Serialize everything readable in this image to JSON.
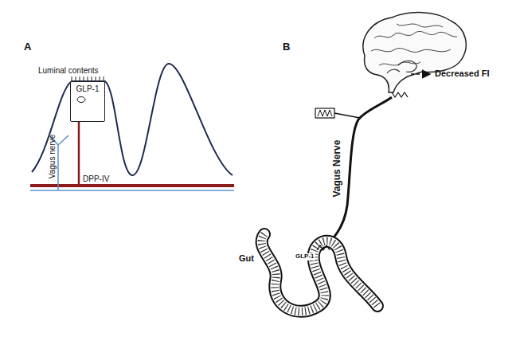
{
  "diagram": {
    "nodes": [
      {
        "text": [
          "GLP-1"
        ]
      }
    ],
    "labels": [
      "A",
      "Luminal contents",
      "Vagus nerve",
      "DPP-IV",
      "B",
      "Decreased FI",
      "Gut",
      "GLP-1",
      "Vagus Nerve"
    ]
  }
}
